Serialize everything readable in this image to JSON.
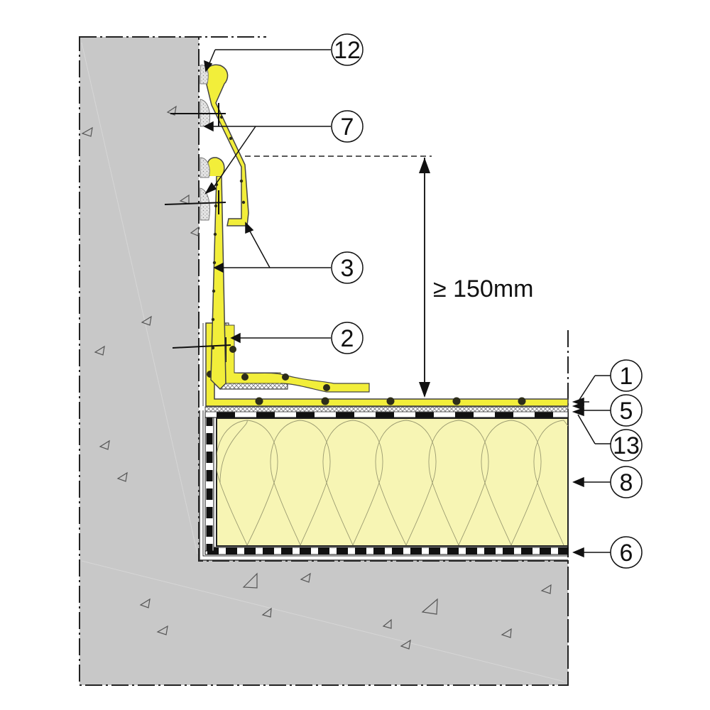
{
  "diagram": {
    "dimension_label": "≥ 150mm",
    "callouts": [
      {
        "id": "12",
        "label": "12"
      },
      {
        "id": "7",
        "label": "7"
      },
      {
        "id": "3",
        "label": "3"
      },
      {
        "id": "2",
        "label": "2"
      },
      {
        "id": "1",
        "label": "1"
      },
      {
        "id": "5",
        "label": "5"
      },
      {
        "id": "13",
        "label": "13"
      },
      {
        "id": "8",
        "label": "8"
      },
      {
        "id": "6",
        "label": "6"
      }
    ],
    "colors": {
      "concrete": "#c8c8c8",
      "membrane_yellow": "#f2ee3a",
      "insulation_fill": "#f7f5b4",
      "membrane_outline": "#555555",
      "dark_dot": "#2d2d1a"
    }
  }
}
